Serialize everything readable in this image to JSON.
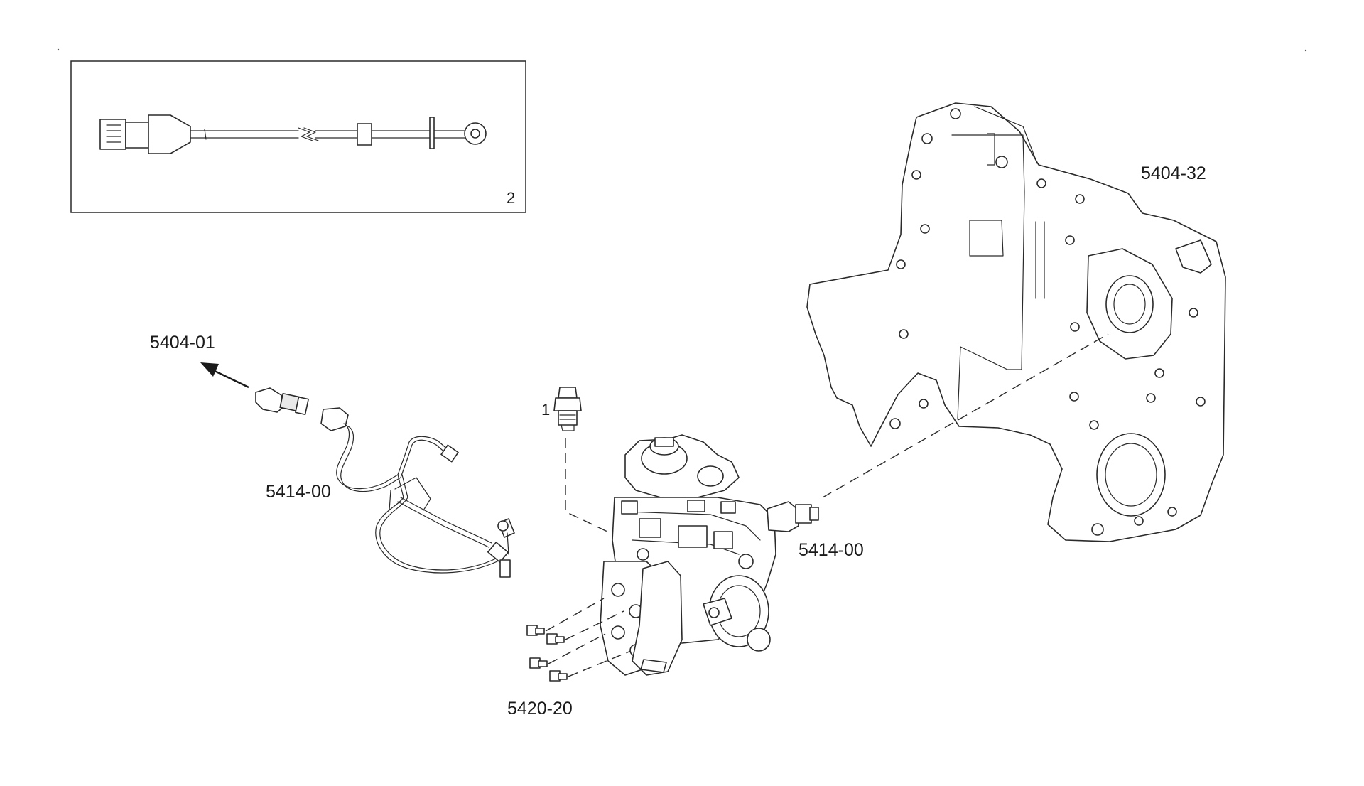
{
  "diagram": {
    "inset_callout": "2",
    "labels": {
      "bracket_plate": "5404-32",
      "arrow_target": "5404-01",
      "harness": "5414-00",
      "pump": "5414-00",
      "fasteners": "5420-20",
      "fitting_callout": "1"
    }
  },
  "icons": {
    "leader_arrow": "arrow-left-up-icon"
  }
}
